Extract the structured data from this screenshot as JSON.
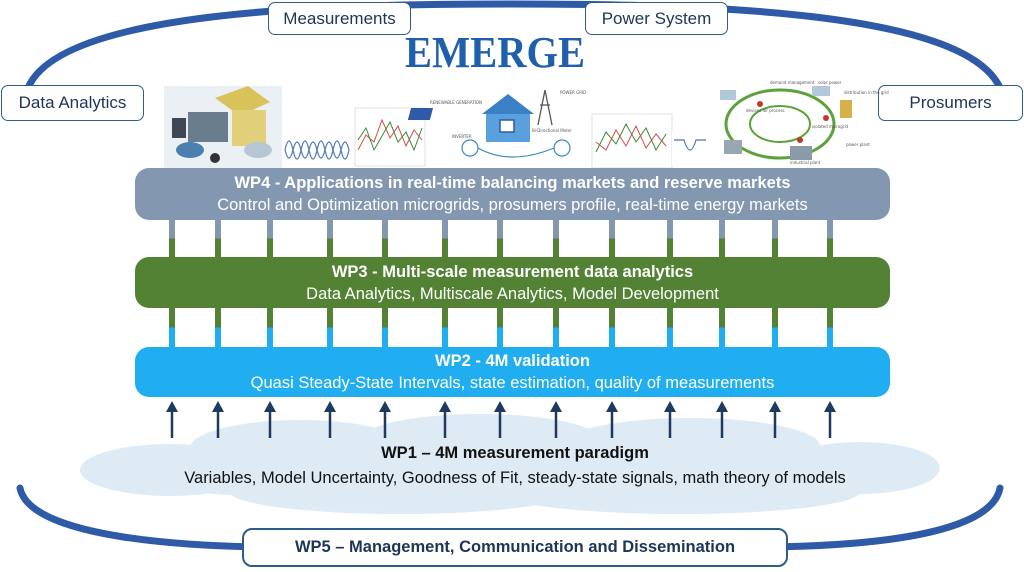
{
  "logo": "EMERGE",
  "labels": {
    "measurements": "Measurements",
    "power_system": "Power System",
    "data_analytics": "Data Analytics",
    "prosumers": "Prosumers"
  },
  "wp4": {
    "title": "WP4 - Applications in real-time balancing markets and reserve markets",
    "subtitle": "Control and Optimization microgrids, prosumers profile, real-time energy markets"
  },
  "wp3": {
    "title": "WP3 - Multi-scale measurement data analytics",
    "subtitle": "Data Analytics, Multiscale Analytics, Model Development"
  },
  "wp2": {
    "title": "WP2 - 4M validation",
    "subtitle": "Quasi Steady-State Intervals, state estimation, quality of measurements"
  },
  "wp1": {
    "title": "WP1 – 4M measurement paradigm",
    "subtitle": "Variables, Model Uncertainty, Goodness of Fit, steady-state signals, math theory of models"
  },
  "wp5": {
    "title": "WP5 – Management, Communication and Dissemination"
  },
  "illustration_text": {
    "renewable_generation": "RENEWABLE GENERATION",
    "power_grid": "POWER GRID",
    "inverter": "INVERTER",
    "bidirectional_meter": "Bi-Directional Meter",
    "demand_management": "demand management",
    "solar_power": "solar power",
    "distribution_grid": "distribution in the grid",
    "devices_processes": "devices for process",
    "isolated_microgrid": "isolated microgrid",
    "power_plant": "power plant",
    "industrial_plant": "industrial plant"
  },
  "colors": {
    "wp4": "#8497b0",
    "wp3": "#548235",
    "wp2": "#20aef0",
    "arc": "#2e5aa8",
    "logo": "#1f5fad",
    "arrow": "#1f3a5f"
  }
}
